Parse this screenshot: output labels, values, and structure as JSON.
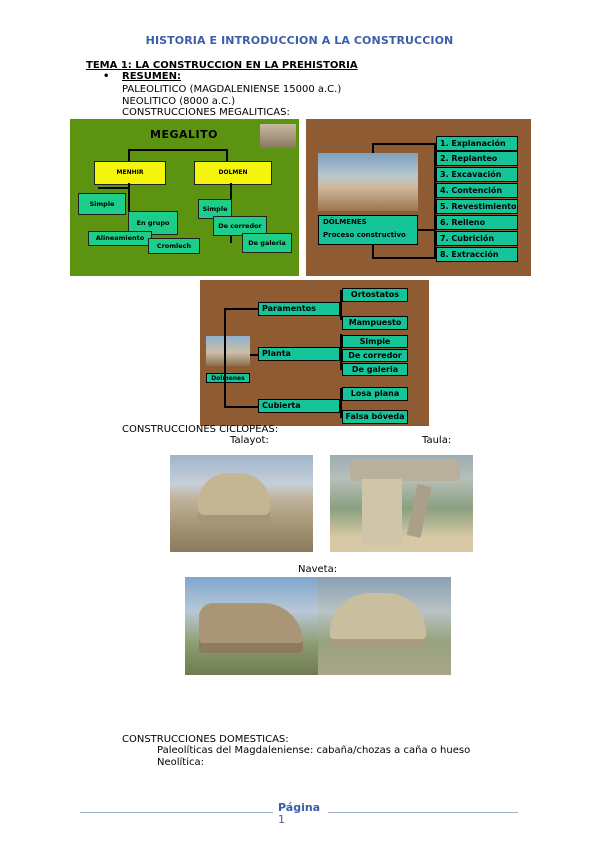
{
  "document": {
    "title": "HISTORIA E INTRODUCCION A LA CONSTRUCCION",
    "tema": "TEMA 1: LA CONSTRUCCION EN LA PREHISTORIA",
    "bullet": "•",
    "resumen": "RESUMEN:",
    "paleolitico": "PALEOLITICO (MAGDALENIENSE 15000 a.C.)",
    "neolitico": "NEOLITICO (8000 a.C.)",
    "megaliticas": "CONSTRUCCIONES MEGALITICAS:",
    "ciclopeas": "CONSTRUCCIONES CICLOPEAS:",
    "talayot": "Talayot:",
    "taula": "Taula:",
    "naveta": "Naveta:",
    "domesticas": "CONSTRUCCIONES DOMESTICAS:",
    "paleoliticas_magd": "Paleolíticas del Magdaleniense: cabaña/chozas a caña o hueso",
    "neolitica": "Neolítica:"
  },
  "diagram_megalito": {
    "title": "MEGALITO",
    "menhir": "MENHIR",
    "dolmen": "DOLMEN",
    "simple_m": "Simple",
    "en_grupo": "En grupo",
    "alineamiento": "Alineamiento",
    "cromlech": "Cromlech",
    "simple_d": "Simple",
    "de_corredor": "De corredor",
    "de_galeria": "De galeria"
  },
  "diagram_proceso": {
    "label1": "DÓLMENES",
    "label2": "Proceso constructivo",
    "steps": [
      "1. Explanación",
      "2. Replanteo",
      "3. Excavación",
      "4. Contención",
      "5. Revestimiento",
      "6. Relleno",
      "7. Cubrición",
      "8. Extracción"
    ]
  },
  "diagram_partes": {
    "dolmenes": "Dolmenes",
    "paramentos": "Paramentos",
    "planta": "Planta",
    "cubierta": "Cubierta",
    "ortostatos": "Ortostatos",
    "mampuesto": "Mampuesto",
    "simple": "Simple",
    "de_corredor": "De corredor",
    "de_galeria": "De galeria",
    "losa_plana": "Losa plana",
    "falsa_boveda": "Falsa bóveda"
  },
  "footer": {
    "pagina": "Página",
    "numero": "1"
  },
  "colors": {
    "heading_blue": "#3a5fa8",
    "green_panel": "#5c9412",
    "brown_panel": "#8f5b33",
    "teal_box": "#16c49a"
  }
}
